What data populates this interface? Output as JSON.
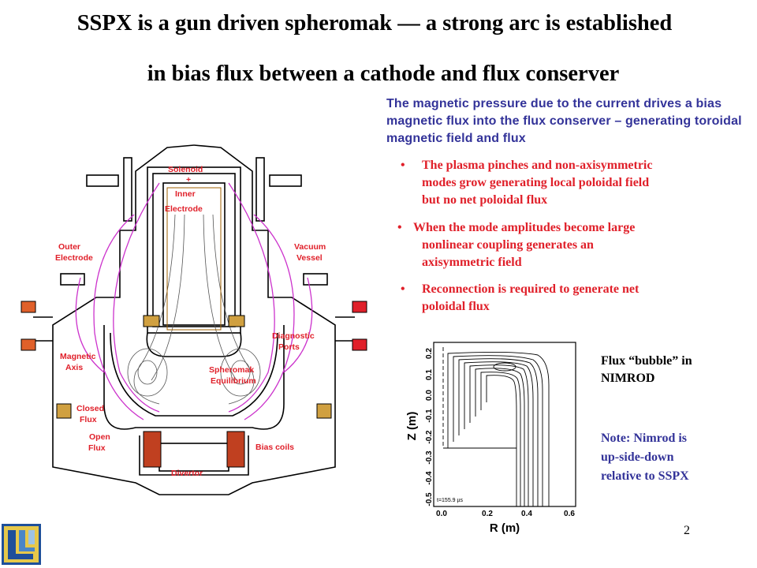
{
  "title": {
    "line1": "SSPX is a gun driven spheromak — a strong arc is established",
    "line2": "in bias flux between a cathode and flux conserver"
  },
  "intro_text": "The magnetic pressure due to the current drives a bias magnetic flux into the flux conserver – generating toroidal magnetic field and flux",
  "bullets": [
    {
      "marker": "•",
      "line1": "The plasma pinches and non-axisymmetric",
      "line2": "modes grow generating local poloidal field",
      "line3": "but no net poloidal flux"
    },
    {
      "marker": "•",
      "line1": "When the mode amplitudes become large",
      "line2": "nonlinear coupling generates an",
      "line3": "axisymmetric  field"
    },
    {
      "marker": "•",
      "line1": "Reconnection is required to generate net",
      "line2": "poloidal flux",
      "line3": ""
    }
  ],
  "diagram_labels": {
    "solenoid": "Solenoid",
    "plus": "+",
    "inner": "Inner",
    "electrode": "Electrode",
    "outer": "Outer",
    "outer_electrode": "Electrode",
    "vacuum": "Vacuum",
    "vessel": "Vessel",
    "diagnostic": "Diagnostic",
    "ports": "Ports",
    "magnetic": "Magnetic",
    "axis": "Axis",
    "spheromak": "Spheromak",
    "equilibrium": "Equilibrium",
    "closed": "Closed",
    "flux_closed": "Flux",
    "open": "Open",
    "flux_open": "Flux",
    "bias_coils": "Bias coils",
    "divertor": "Divertor"
  },
  "nimrod_plot": {
    "ylabel": "Z (m)",
    "xlabel": "R (m)",
    "y_ticks": [
      "0.2",
      "0.1",
      "0.0",
      "-0.1",
      "-0.2",
      "-0.3",
      "-0.4",
      "-0.5"
    ],
    "x_ticks": [
      "0.0",
      "0.2",
      "0.4",
      "0.6"
    ],
    "time_label": "t=155.9 µs"
  },
  "flux_caption": {
    "line1": "Flux “bubble” in",
    "line2": "NIMROD"
  },
  "note": {
    "line1": "Note: Nimrod is",
    "line2": "up-side-down",
    "line3": "relative to SSPX"
  },
  "page_number": "2",
  "colors": {
    "title": "#000000",
    "intro": "#333399",
    "bullets": "#e0202a",
    "note": "#333399",
    "label_red": "#e0202a",
    "flux_lines": "#cc33cc"
  }
}
